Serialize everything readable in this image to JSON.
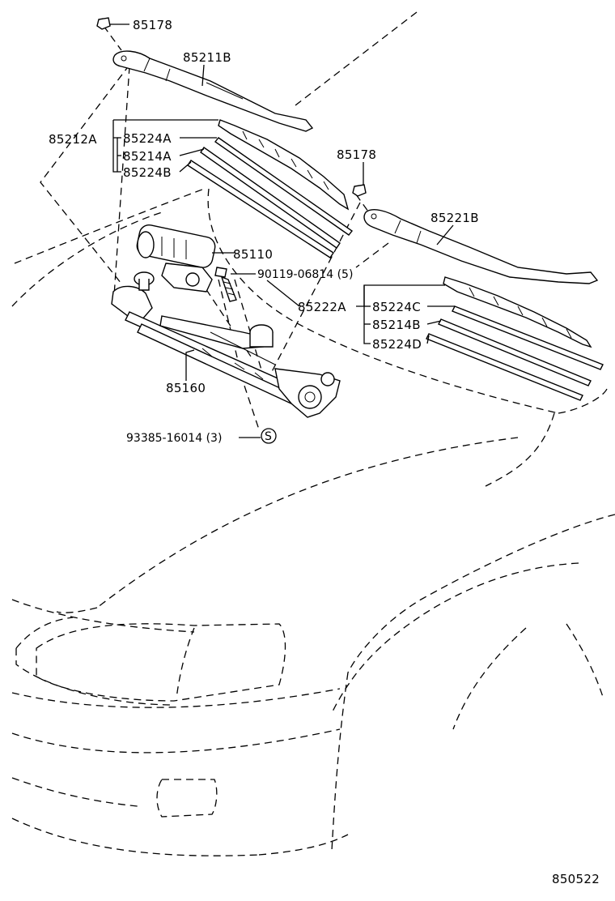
{
  "diagram": {
    "drawing_number": "850522",
    "labels": {
      "nut_left": "85178",
      "arm_left": "85211B",
      "blade_left": "85212A",
      "rubber_left_a": "85224A",
      "refill_left": "85214A",
      "rubber_left_b": "85224B",
      "nut_right": "85178",
      "arm_right": "85221B",
      "motor": "85110",
      "bolt": "90119-06814 (5)",
      "blade_right": "85222A",
      "rubber_right_c": "85224C",
      "refill_right": "85214B",
      "rubber_right_d": "85224D",
      "link": "85160",
      "screw": "93385-16014 (3)",
      "screw_mark": "S"
    }
  }
}
